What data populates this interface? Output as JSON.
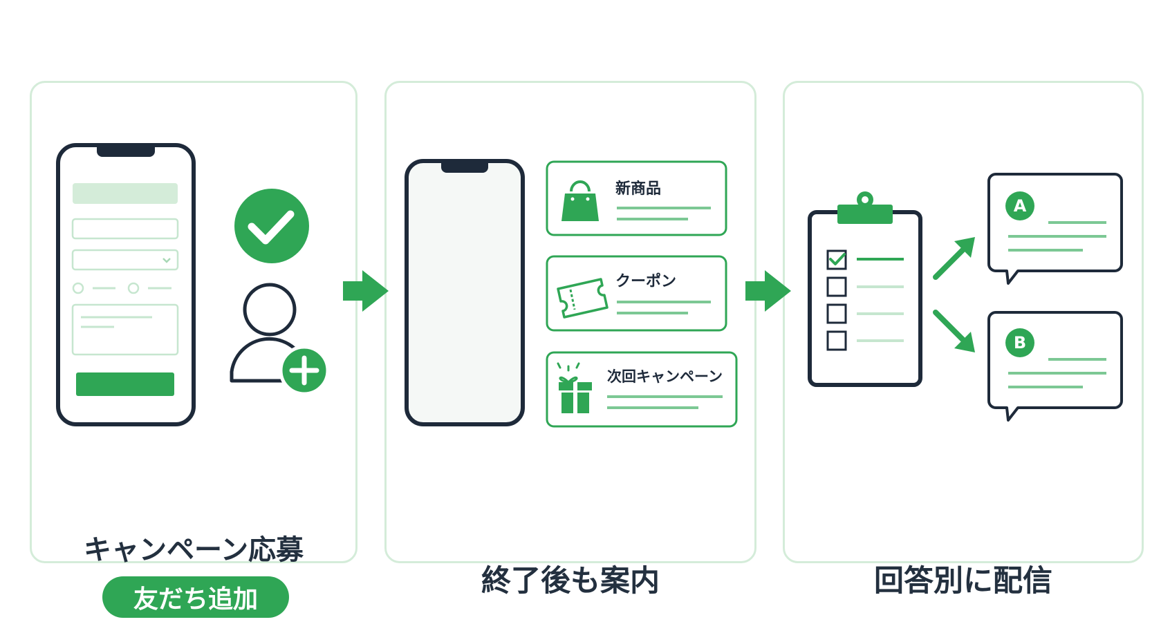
{
  "colors": {
    "brand_green": "#2fa655",
    "light_green": "#d4ecd9",
    "navy": "#1e2a3a",
    "line_green": "#7cc894"
  },
  "steps": [
    {
      "title": "キャンペーン応募",
      "badge": "友だち追加",
      "icons": [
        "smartphone-form-icon",
        "check-circle-icon",
        "add-user-icon"
      ]
    },
    {
      "title": "終了後も案内",
      "icons": [
        "smartphone-icon",
        "shopping-bag-icon",
        "ticket-icon",
        "gift-icon"
      ],
      "cards": [
        "新商品",
        "クーポン",
        "次回キャンペーン"
      ]
    },
    {
      "title": "回答別に配信",
      "icons": [
        "clipboard-checklist-icon",
        "branch-arrow-icon",
        "speech-bubble-icon"
      ],
      "bubbles": [
        "A",
        "B"
      ]
    }
  ]
}
